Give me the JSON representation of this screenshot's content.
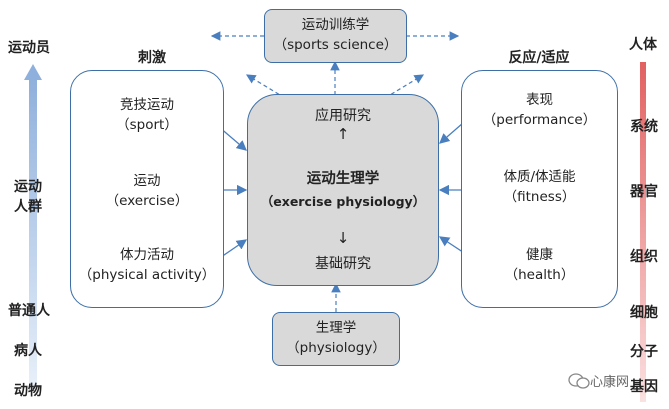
{
  "left_axis": {
    "top": "运动员",
    "middle_line1": "运动",
    "middle_line2": "人群",
    "ordinary": "普通人",
    "patient": "病人",
    "animal": "动物"
  },
  "right_axis": {
    "top": "人体",
    "levels": [
      "系统",
      "器官",
      "组织",
      "细胞",
      "分子",
      "基因"
    ]
  },
  "stimulus": {
    "title": "刺激",
    "items": [
      {
        "zh": "竞技运动",
        "en": "（sport）"
      },
      {
        "zh": "运动",
        "en": "（exercise）"
      },
      {
        "zh": "体力活动",
        "en": "（physical activity）"
      }
    ]
  },
  "response": {
    "title": "反应/适应",
    "items": [
      {
        "zh": "表现",
        "en": "（performance）"
      },
      {
        "zh": "体质/体适能",
        "en": "（fitness）"
      },
      {
        "zh": "健康",
        "en": "（health）"
      }
    ]
  },
  "top_box": {
    "zh": "运动训练学",
    "en": "（sports science）"
  },
  "bottom_box": {
    "zh": "生理学",
    "en": "（physiology）"
  },
  "center": {
    "applied": "应用研究",
    "up_arrow": "↑",
    "title_zh": "运动生理学",
    "title_en": "（exercise physiology）",
    "down_arrow": "↓",
    "basic": "基础研究"
  },
  "watermark": "心康网",
  "colors": {
    "border": "#3d6fa6",
    "arrow": "#4a7fbf",
    "grey_fill": "#d9d9d9",
    "left_bar": "#c5d6ec",
    "right_bar": "#e87070"
  }
}
